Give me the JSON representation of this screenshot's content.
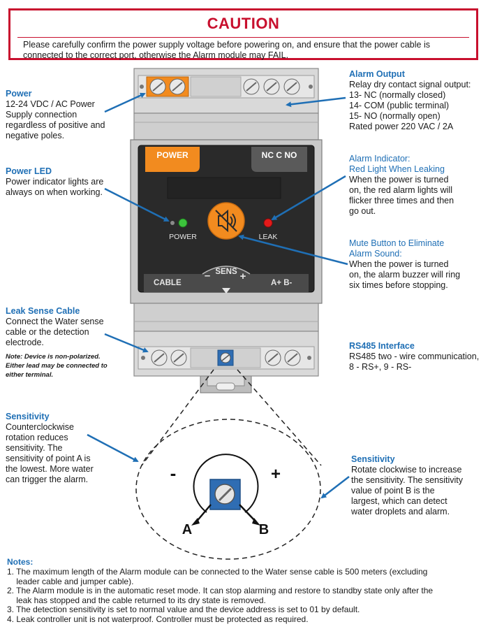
{
  "caution": {
    "title": "CAUTION",
    "text": "Please carefully confirm the power supply voltage before powering on, and ensure that the power cable is connected to the correct port, otherwise the Alarm module may FAIL."
  },
  "power": {
    "heading": "Power",
    "lines": [
      "12-24 VDC / AC Power",
      "Supply connection",
      "regardless of positive and",
      "negative poles."
    ]
  },
  "alarm_output": {
    "heading": "Alarm Output",
    "lines": [
      "Relay dry contact signal output:",
      "13-  NC (normally closed)",
      "14-  COM (public terminal)",
      "15-  NO (normally open)",
      "Rated power 220 VAC / 2A"
    ]
  },
  "power_led": {
    "heading": "Power LED",
    "lines": [
      "Power indicator lights are",
      "always on when working."
    ]
  },
  "alarm_indicator": {
    "heading_lines": [
      "Alarm Indicator:",
      "Red Light When Leaking"
    ],
    "lines": [
      "When the power is turned",
      "on, the red alarm lights will",
      "flicker three times and then",
      "go out."
    ]
  },
  "mute_button": {
    "heading_lines": [
      "Mute Button to Eliminate",
      "Alarm Sound:"
    ],
    "lines": [
      "When the power is turned",
      "on, the alarm buzzer will ring",
      "six times before stopping."
    ]
  },
  "leak_sense": {
    "heading": "Leak Sense Cable",
    "lines": [
      "Connect the Water sense",
      "cable or the detection",
      "electrode."
    ],
    "note_lines": [
      "Note: Device is non-polarized.",
      "Either lead may be connected to",
      "either terminal."
    ]
  },
  "rs485": {
    "heading": "RS485 Interface",
    "lines": [
      "RS485 two - wire communication,",
      "8 - RS+, 9 - RS-"
    ]
  },
  "sens_left": {
    "heading": "Sensitivity",
    "lines": [
      "Counterclockwise",
      "rotation reduces",
      "sensitivity. The",
      "sensitivity of point A is",
      "the lowest. More water",
      "can trigger the alarm."
    ]
  },
  "sens_right": {
    "heading": "Sensitivity",
    "lines": [
      "Rotate clockwise to increase",
      "the sensitivity. The sensitivity",
      "value of point B is the",
      "largest, which can detect",
      "water droplets and alarm."
    ]
  },
  "device": {
    "power_tab": "POWER",
    "relay_tab": "NC  C  NO",
    "power_led_label": "POWER",
    "leak_led_label": "LEAK",
    "cable_label": "CABLE",
    "sens_label": "SENS",
    "minus": "–",
    "plus": "+",
    "rs_label": "A+  B-"
  },
  "zoom": {
    "minus": "-",
    "plus": "+",
    "point_a": "A",
    "point_b": "B"
  },
  "notes": {
    "heading": "Notes:",
    "items": [
      "1. The maximum length of the Alarm module can be connected to the Water sense cable is 500 meters (excluding",
      "    leader cable and jumper cable).",
      "2. The Alarm module is in the automatic reset mode. It can stop alarming and restore to standby state only after the",
      "    leak has stopped and the cable returned to its dry state is removed.",
      "3. The detection sensitivity is set to normal value and the device address is set to 01 by default.",
      "4. Leak controller unit is not waterproof. Controller must be protected as required."
    ]
  },
  "colors": {
    "caution_red": "#c8102e",
    "label_blue": "#1f6fb5",
    "orange": "#f28b1f",
    "panel_dark": "#2a2a2a",
    "housing_gray": "#d7d7d7",
    "led_green": "#3cc43c",
    "led_red": "#e41a1a",
    "pot_blue": "#2f6db3"
  }
}
